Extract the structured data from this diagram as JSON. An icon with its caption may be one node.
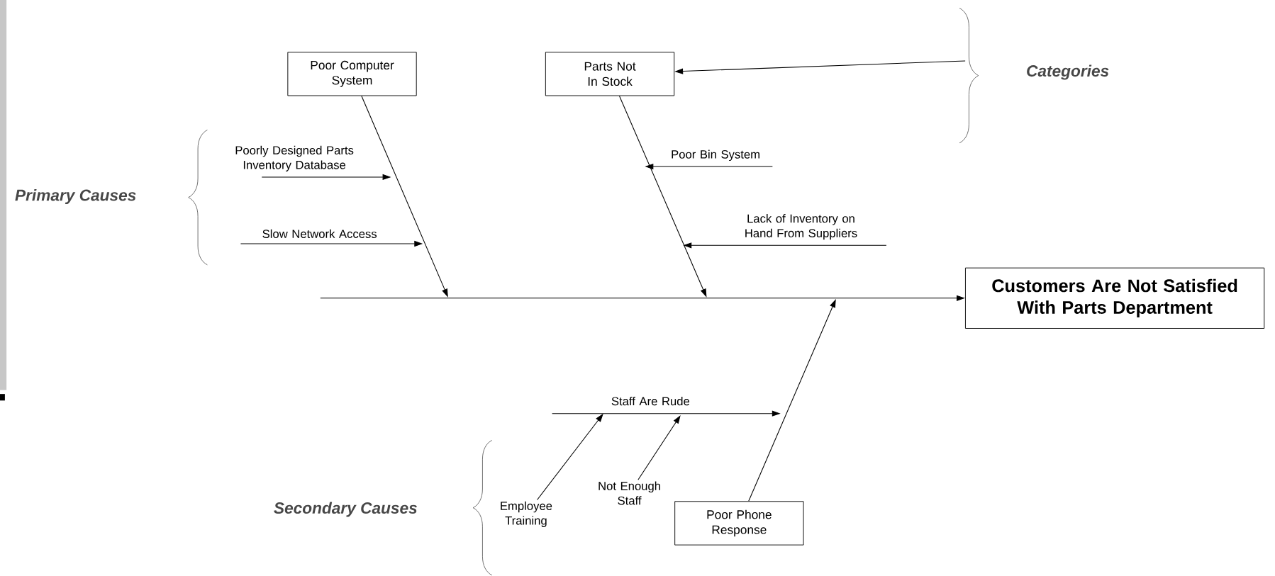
{
  "diagram": {
    "nodes": [
      {
        "text": [
          "Poor Computer System"
        ]
      },
      {
        "text": [
          "Parts Not In Stock"
        ]
      },
      {
        "text": [
          "Customers Are Not Satisfied With Parts Department"
        ]
      },
      {
        "text": [
          "Poor Phone Response"
        ]
      },
      {
        "text": [
          "Poorly Designed Parts Inventory Database"
        ]
      },
      {
        "text": [
          "Slow Network Access"
        ]
      },
      {
        "text": [
          "Poor Bin System"
        ]
      },
      {
        "text": [
          "Lack of Inventory on Hand From Suppliers"
        ]
      },
      {
        "text": [
          "Staff Are Rude"
        ]
      },
      {
        "text": [
          "Employee Training"
        ]
      },
      {
        "text": [
          "Not Enough Staff"
        ]
      }
    ],
    "edges": [
      {
        "from": null,
        "to": 2,
        "arrow": "to"
      },
      {
        "from": 0,
        "to": null,
        "arrow": "to"
      },
      {
        "from": 1,
        "to": null,
        "arrow": "to"
      },
      {
        "from": 3,
        "to": null,
        "arrow": "to"
      },
      {
        "from": 4,
        "to": null,
        "arrow": "to"
      },
      {
        "from": 5,
        "to": null,
        "arrow": "to"
      },
      {
        "from": 6,
        "to": null,
        "arrow": "to"
      },
      {
        "from": 7,
        "to": null,
        "arrow": "to"
      },
      {
        "from": 8,
        "to": null,
        "arrow": "to"
      },
      {
        "from": 9,
        "to": 8,
        "arrow": "to"
      },
      {
        "from": 10,
        "to": 8,
        "arrow": "to"
      },
      {
        "from": null,
        "to": 1,
        "arrow": "to"
      }
    ],
    "labels": [
      "Categories",
      "Primary Causes",
      "Secondary Causes"
    ]
  }
}
